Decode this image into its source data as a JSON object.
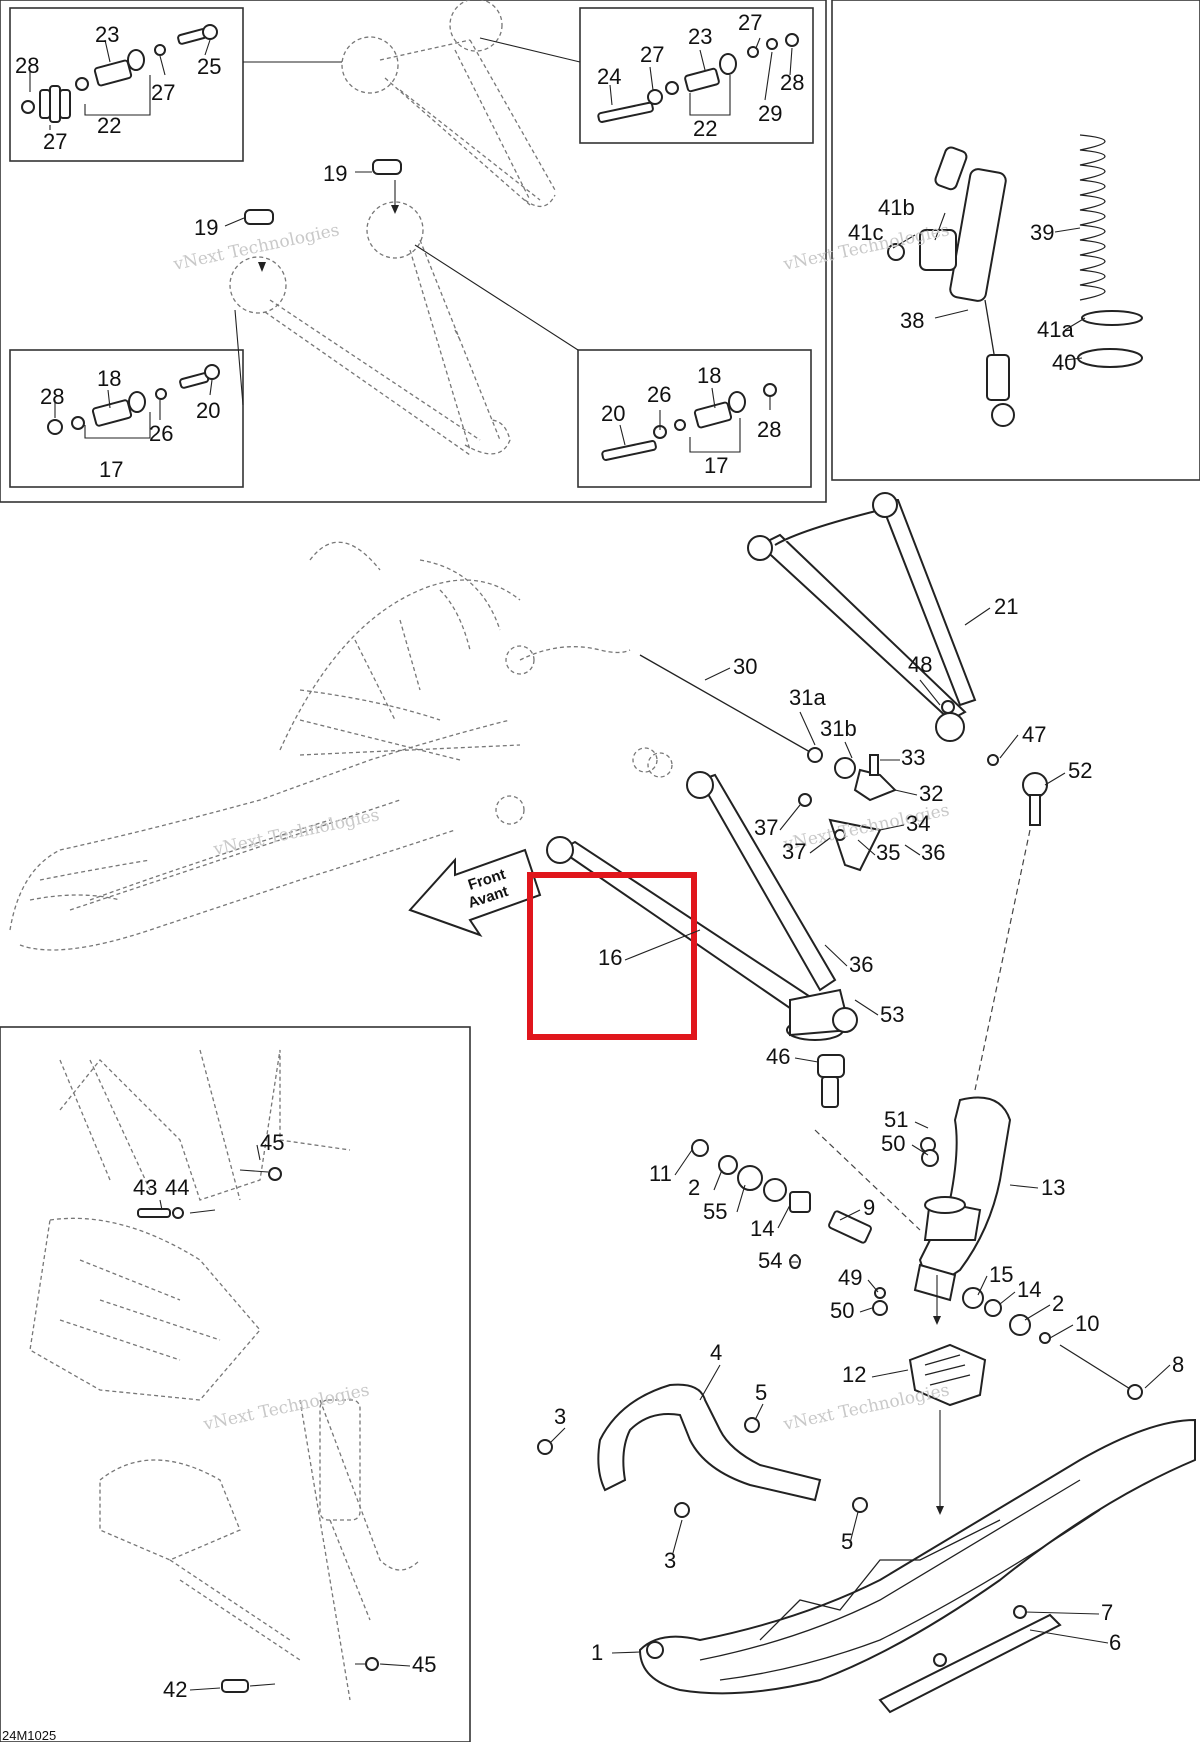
{
  "drawing_code": "24M1025",
  "watermark": "vNext Technologies",
  "front_label": [
    "Front",
    "Avant"
  ],
  "highlight_color": "#e0161c",
  "callouts": {
    "p1": "1",
    "p2a": "2",
    "p2b": "2",
    "p3a": "3",
    "p3b": "3",
    "p4": "4",
    "p5a": "5",
    "p5b": "5",
    "p6": "6",
    "p7": "7",
    "p8": "8",
    "p9": "9",
    "p10": "10",
    "p11": "11",
    "p12": "12",
    "p13": "13",
    "p14a": "14",
    "p14b": "14",
    "p15": "15",
    "p16": "16",
    "p17a": "17",
    "p17b": "17",
    "p18a": "18",
    "p18b": "18",
    "p19a": "19",
    "p19b": "19",
    "p20a": "20",
    "p20b": "20",
    "p21": "21",
    "p22a": "22",
    "p22b": "22",
    "p23a": "23",
    "p23b": "23",
    "p24": "24",
    "p25": "25",
    "p26a": "26",
    "p26b": "26",
    "p27a": "27",
    "p27b": "27",
    "p27c": "27",
    "p27d": "27",
    "p28a": "28",
    "p28b": "28",
    "p28c": "28",
    "p28d": "28",
    "p29": "29",
    "p30": "30",
    "p31a": "31a",
    "p31b": "31b",
    "p32": "32",
    "p33": "33",
    "p34": "34",
    "p35": "35",
    "p36a": "36",
    "p36b": "36",
    "p37a": "37",
    "p37b": "37",
    "p38": "38",
    "p39": "39",
    "p40": "40",
    "p41a": "41a",
    "p41b": "41b",
    "p41c": "41c",
    "p42": "42",
    "p43": "43",
    "p44": "44",
    "p45a": "45",
    "p45b": "45",
    "p46": "46",
    "p47": "47",
    "p48": "48",
    "p49": "49",
    "p50a": "50",
    "p50b": "50",
    "p51": "51",
    "p52": "52",
    "p53": "53",
    "p54": "54",
    "p55": "55"
  }
}
